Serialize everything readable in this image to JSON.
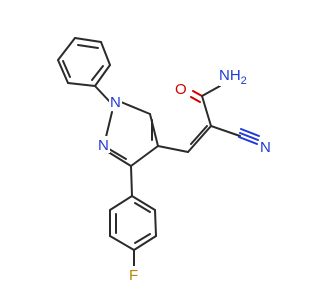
{
  "molecule": {
    "labels": {
      "amide_nitrogen": "NH",
      "amide_h_subscript": "2",
      "carbonyl_oxygen": "O",
      "nitrile_nitrogen": "N",
      "pyrazole_n1": "N",
      "pyrazole_n2": "N",
      "fluorine": "F"
    },
    "colors": {
      "bond": "#2b2b2b",
      "nitrogen": "#1f3ad6",
      "oxygen": "#d40000",
      "fluorine": "#b8860b",
      "background": "#ffffff"
    }
  }
}
